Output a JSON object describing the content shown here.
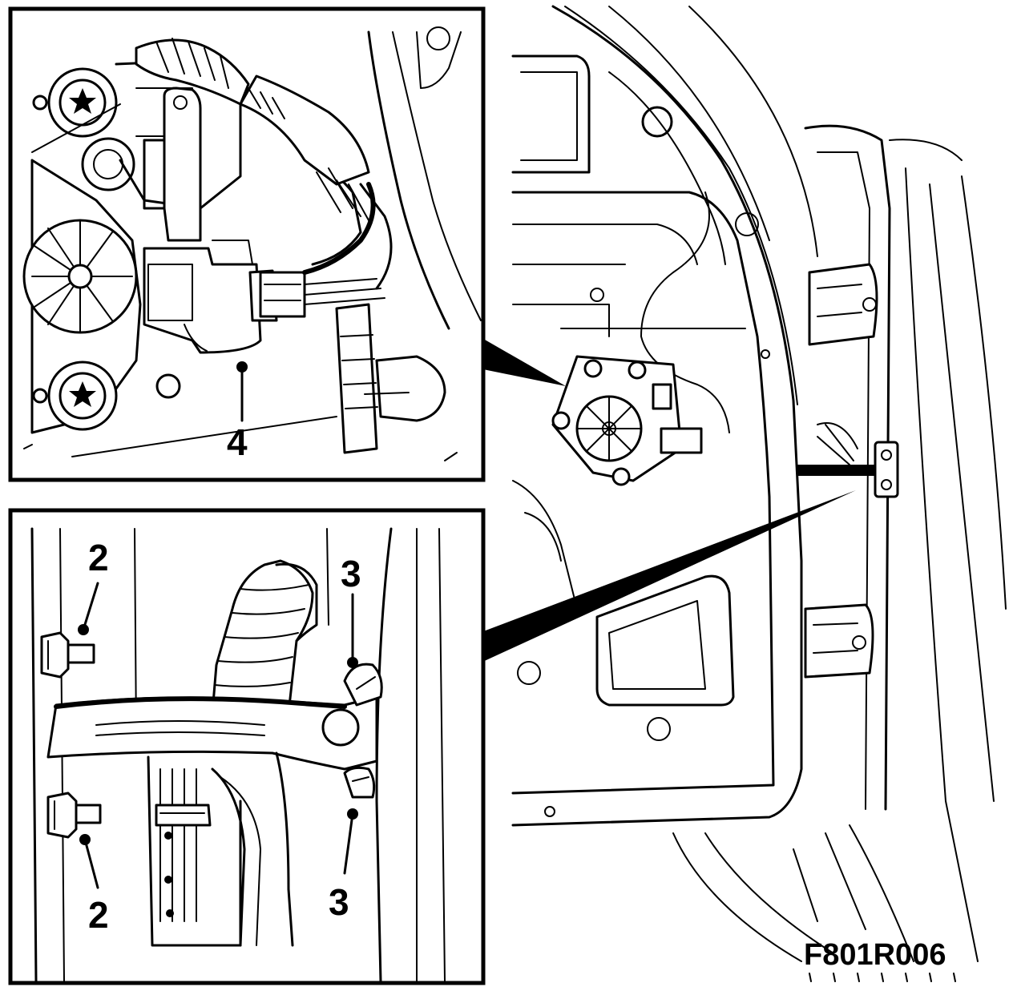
{
  "figure_id": "F801R006",
  "callouts": {
    "wiring_connector": "4",
    "check_strap_bolt_top": "2",
    "check_strap_bolt_bottom": "2",
    "check_strap_nut_top": "3",
    "check_strap_nut_bottom": "3"
  }
}
